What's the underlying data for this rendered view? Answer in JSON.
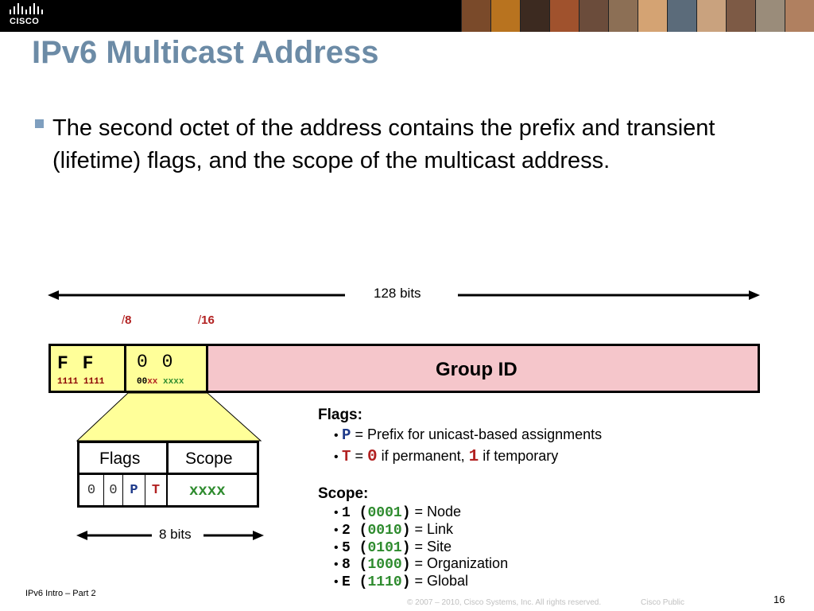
{
  "header": {
    "logo_text": "CISCO",
    "photo_colors": [
      "#7a4a2a",
      "#b8731f",
      "#3c2a20",
      "#a0522d",
      "#6b4c3b",
      "#8c6f55",
      "#d4a373",
      "#5b6b7a",
      "#c9a27e",
      "#7d5a45",
      "#9a8c7a",
      "#b08060"
    ]
  },
  "slide": {
    "title": "IPv6 Multicast Address",
    "bullet": "The second octet of the address contains the prefix and transient (lifetime) flags, and the scope of the multicast address."
  },
  "diagram": {
    "total_bits_label": "128 bits",
    "mark_8": "8",
    "mark_16": "16",
    "slash": "/",
    "ff": "F F",
    "ff_binary": "1111 1111",
    "octet2": "0 0",
    "octet2_binary_prefix": "00",
    "octet2_binary_flags": "xx",
    "octet2_binary_scope": "xxxx",
    "group_id": "Group ID",
    "table_flags_header": "Flags",
    "table_scope_header": "Scope",
    "bit_0": "0",
    "bit_1": "0",
    "bit_p": "P",
    "bit_t": "T",
    "scope_value": "xxxx",
    "eight_bits_label": "8 bits"
  },
  "flags_info": {
    "title": "Flags:",
    "p_letter": "P",
    "p_text": " = Prefix for unicast-based assignments",
    "t_letter": "T",
    "t_eq": " = ",
    "t_zero": "0",
    "t_mid": " if permanent, ",
    "t_one": "1",
    "t_end": " if temporary"
  },
  "scope_info": {
    "title": "Scope:",
    "items": [
      {
        "code": "1",
        "bin": "0001",
        "name": "Node"
      },
      {
        "code": "2",
        "bin": "0010",
        "name": "Link"
      },
      {
        "code": "5",
        "bin": "0101",
        "name": "Site"
      },
      {
        "code": "8",
        "bin": "1000",
        "name": "Organization"
      },
      {
        "code": "E",
        "bin": "1110",
        "name": "Global"
      }
    ]
  },
  "footer": {
    "left": "IPv6 Intro – Part 2",
    "copyright": "© 2007 – 2010, Cisco Systems, Inc. All rights reserved.",
    "classification": "Cisco Public",
    "page": "16"
  },
  "colors": {
    "title": "#6c8ba6",
    "yellow": "#ffff99",
    "pink": "#f5c6cb",
    "red": "#b22222",
    "blue": "#1e3a8a",
    "green": "#2e8b2e"
  }
}
